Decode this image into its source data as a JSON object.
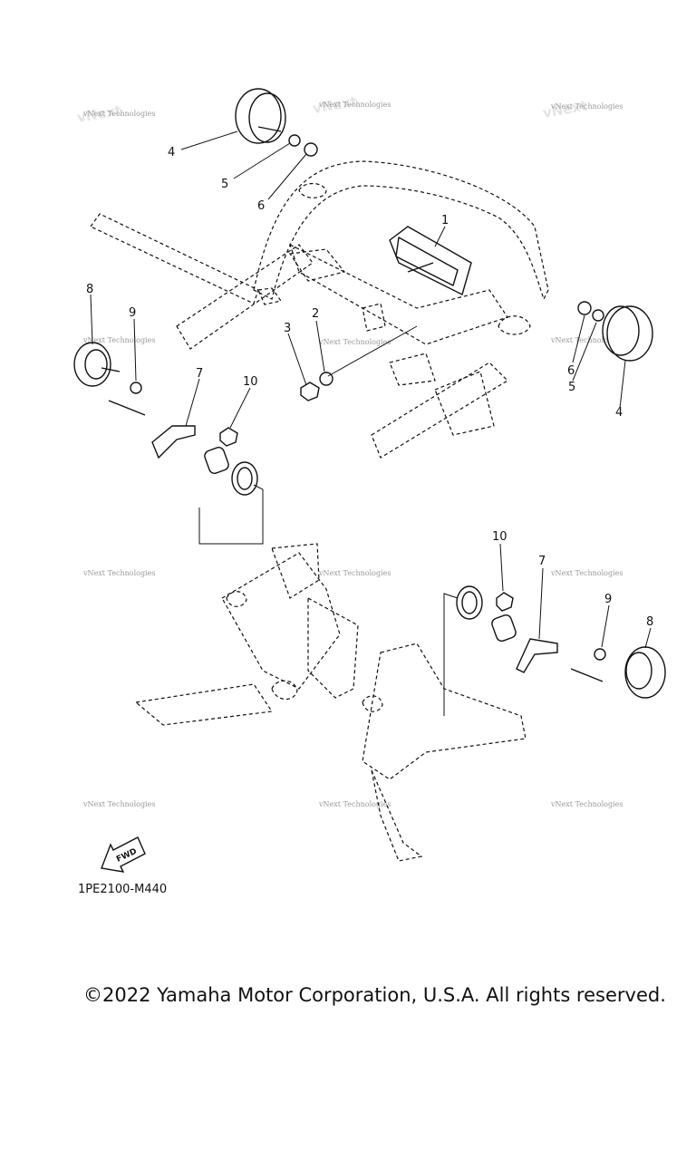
{
  "diagram": {
    "part_numbers": {
      "n1": "1",
      "n2": "2",
      "n3": "3",
      "n4a": "4",
      "n5a": "5",
      "n6a": "6",
      "n4b": "4",
      "n5b": "5",
      "n6b": "6",
      "n8a": "8",
      "n9a": "9",
      "n7a": "7",
      "n10a": "10",
      "n10b": "10",
      "n7b": "7",
      "n9b": "9",
      "n8b": "8"
    },
    "watermark_text": "vNext Technologies",
    "fwd_label": "FWD"
  },
  "drawing_code": "1PE2100-M440",
  "copyright": "©2022 Yamaha Motor Corporation, U.S.A. All rights reserved."
}
